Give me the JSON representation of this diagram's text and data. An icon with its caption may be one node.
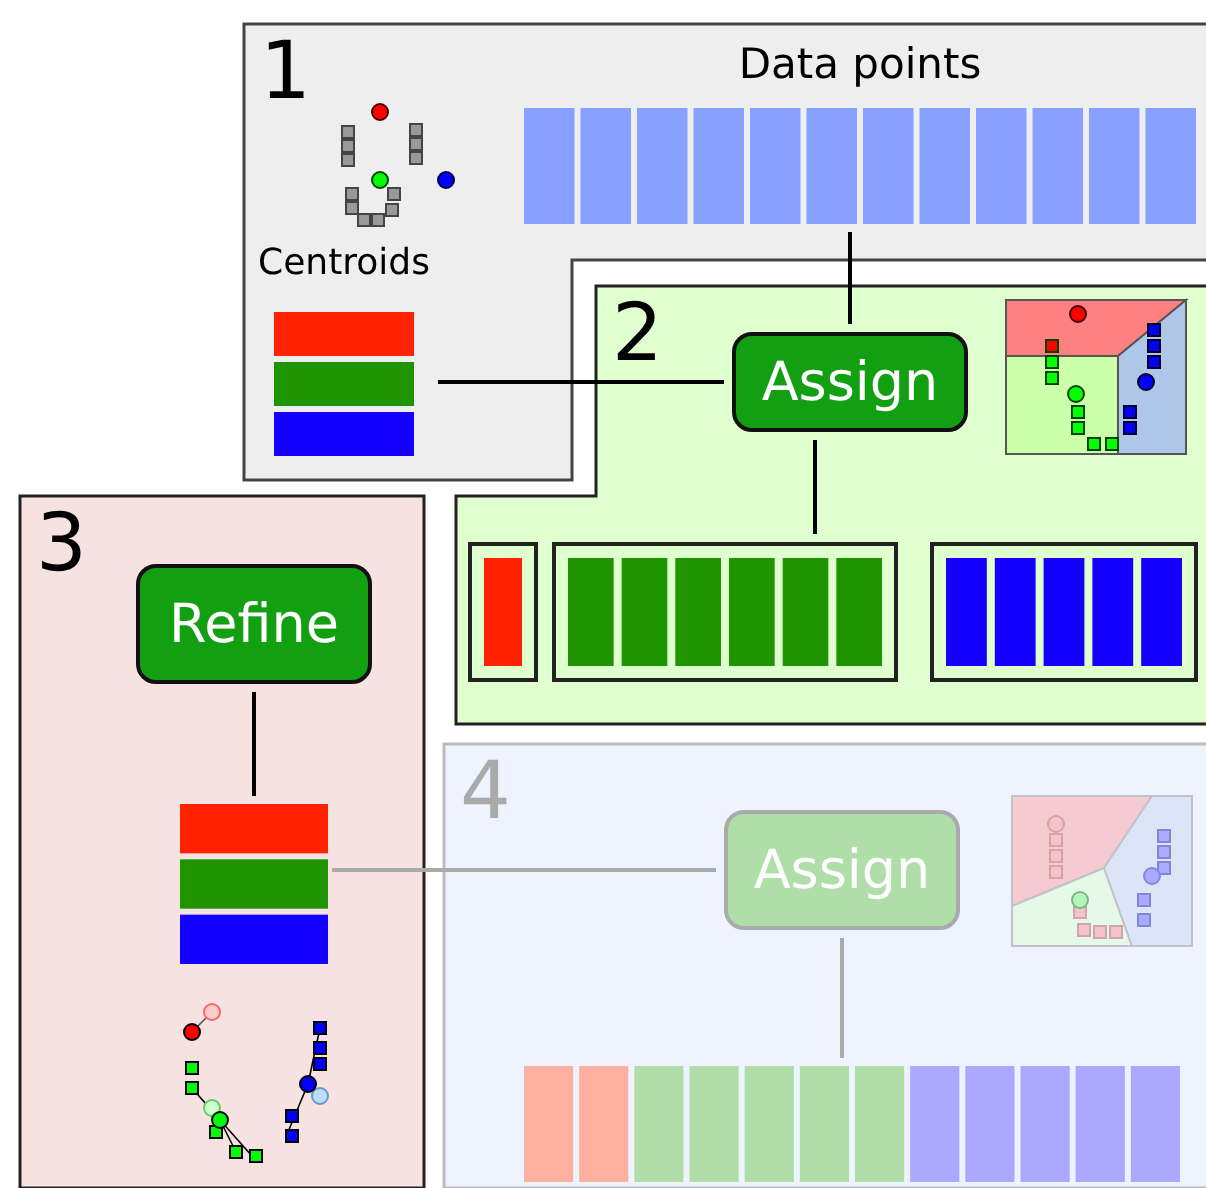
{
  "diagram": {
    "nodes": [
      {
        "text": [
          "1"
        ]
      },
      {
        "text": [
          "Data points"
        ],
        "in": 0
      },
      {
        "text": [
          "Centroids"
        ],
        "in": 0
      },
      {
        "text": [
          "2"
        ]
      },
      {
        "text": [
          "Assign"
        ],
        "in": 3
      },
      {
        "text": [],
        "shape": "box",
        "in": 3
      },
      {
        "text": [],
        "shape": "box",
        "in": 3
      },
      {
        "text": [],
        "shape": "box",
        "in": 3
      },
      {
        "text": [
          "3"
        ]
      },
      {
        "text": [
          "Refine"
        ],
        "in": 8
      },
      {
        "text": [],
        "shape": "bar",
        "in": 8
      },
      {
        "text": [
          "4"
        ]
      },
      {
        "text": [
          "Assign"
        ],
        "in": 11
      },
      {
        "text": [],
        "shape": "bar",
        "in": 11
      }
    ],
    "edges": [
      {
        "from": 1,
        "to": 4,
        "arrow": "none"
      },
      {
        "from": 2,
        "to": 4,
        "arrow": "none"
      },
      {
        "from": 4,
        "to": 6,
        "arrow": "none"
      },
      {
        "from": 9,
        "to": 10,
        "arrow": "none"
      },
      {
        "from": 10,
        "to": 12,
        "arrow": "none",
        "color": "#aaaaaa"
      },
      {
        "from": 12,
        "to": 13,
        "arrow": "none",
        "color": "#aaaaaa"
      }
    ]
  }
}
